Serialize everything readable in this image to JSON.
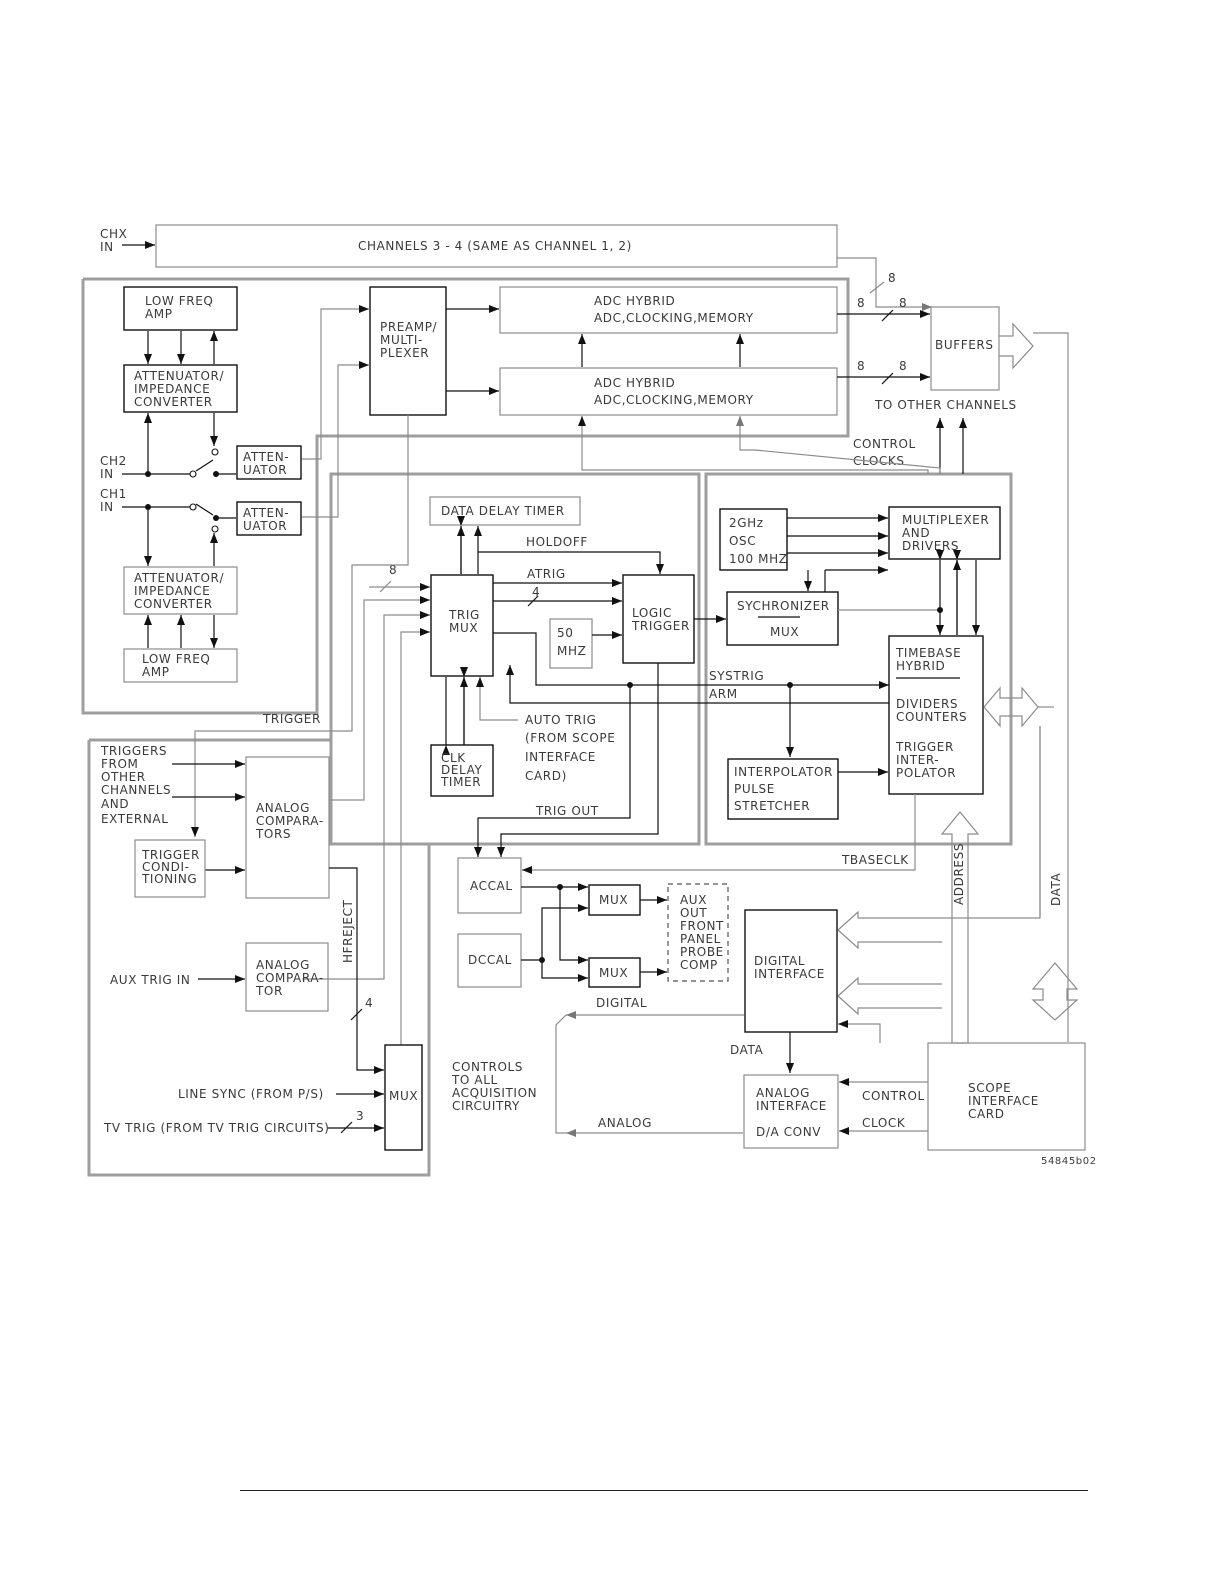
{
  "diagram": {
    "chx_in": [
      "CHX",
      "IN"
    ],
    "channels_34": "CHANNELS 3 - 4  (SAME AS CHANNEL 1, 2)",
    "low_freq_amp": [
      "LOW FREQ",
      "AMP"
    ],
    "atten_imp": [
      "ATTENUATOR/",
      "IMPEDANCE",
      "CONVERTER"
    ],
    "attenuator": [
      "ATTEN-",
      "UATOR"
    ],
    "ch2_in": [
      "CH2",
      "IN"
    ],
    "ch1_in": [
      "CH1",
      "IN"
    ],
    "preamp": [
      "PREAMP/",
      "MULTI-",
      "PLEXER"
    ],
    "adc_hybrid": [
      "ADC HYBRID",
      "ADC,CLOCKING,MEMORY"
    ],
    "bus_width_8": "8",
    "bus_width_4": "4",
    "bus_width_3": "3",
    "buffers": "BUFFERS",
    "to_other_channels": "TO OTHER CHANNELS",
    "control": "CONTROL",
    "clocks": "CLOCKS",
    "data_delay_timer": "DATA DELAY TIMER",
    "holdoff": "HOLDOFF",
    "atrig": "ATRIG",
    "trig_mux": [
      "TRIG",
      "MUX"
    ],
    "logic_trigger": [
      "LOGIC",
      "TRIGGER"
    ],
    "fifty_mhz": [
      "50",
      "MHZ"
    ],
    "clk_delay_timer": [
      "CLK",
      "DELAY",
      "TIMER"
    ],
    "auto_trig": [
      "AUTO TRIG",
      "(FROM SCOPE",
      "INTERFACE",
      "CARD)"
    ],
    "trig_out": "TRIG OUT",
    "osc": [
      "2GHz",
      "OSC",
      "100 MHZ"
    ],
    "mux_drivers": [
      "MULTIPLEXER",
      "AND",
      "DRIVERS"
    ],
    "sychronizer": "SYCHRONIZER",
    "mux": "MUX",
    "systrig": "SYSTRIG",
    "arm": "ARM",
    "timebase": [
      "TIMEBASE",
      "HYBRID",
      "DIVIDERS",
      "COUNTERS",
      "TRIGGER",
      "INTER-",
      "POLATOR"
    ],
    "interpolator": [
      "INTERPOLATOR",
      "PULSE",
      "STRETCHER"
    ],
    "trigger_label": "TRIGGER",
    "triggers_from": [
      "TRIGGERS",
      "FROM",
      "OTHER",
      "CHANNELS",
      "AND",
      "EXTERNAL"
    ],
    "analog_comparators": [
      "ANALOG",
      "COMPARA-",
      "TORS"
    ],
    "trigger_cond": [
      "TRIGGER",
      "CONDI-",
      "TIONING"
    ],
    "hfreject": "HFREJECT",
    "aux_trig_in": "AUX TRIG IN",
    "analog_comparator": [
      "ANALOG",
      "COMPARA-",
      "TOR"
    ],
    "line_sync": "LINE SYNC (FROM P/S)",
    "tv_trig": "TV TRIG (FROM TV TRIG CIRCUITS)",
    "controls_all": [
      "CONTROLS",
      "TO ALL",
      "ACQUISITION",
      "CIRCUITRY"
    ],
    "accal": "ACCAL",
    "dccal": "DCCAL",
    "aux_out": [
      "AUX",
      "OUT",
      "FRONT",
      "PANEL",
      "PROBE",
      "COMP"
    ],
    "tbaseclk": "TBASECLK",
    "address": "ADDRESS",
    "data": "DATA",
    "digital_interface": [
      "DIGITAL",
      "INTERFACE"
    ],
    "digital": "DIGITAL",
    "analog": "ANALOG",
    "analog_interface": [
      "ANALOG",
      "INTERFACE",
      "D/A CONV"
    ],
    "clock": "CLOCK",
    "scope_interface": [
      "SCOPE",
      "INTERFACE",
      "CARD"
    ],
    "figure_id": "54845b02"
  }
}
